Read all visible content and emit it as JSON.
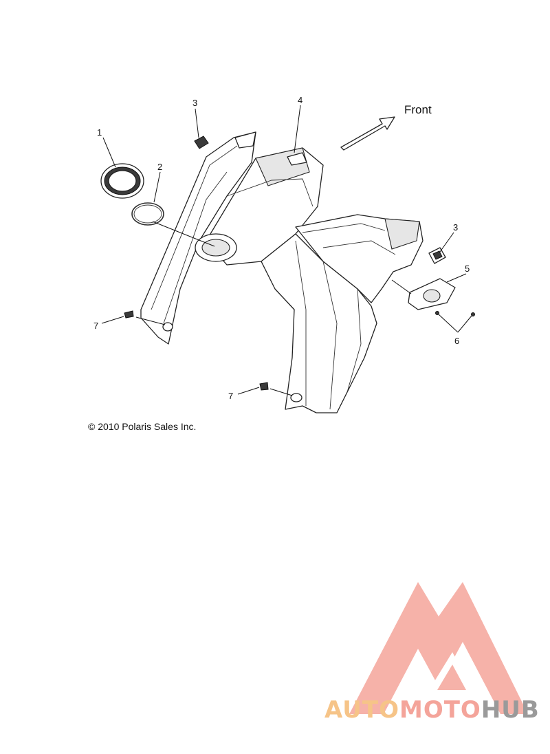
{
  "callouts": [
    "1",
    "2",
    "3",
    "4",
    "3",
    "5",
    "6",
    "7",
    "7"
  ],
  "front_label": "Front",
  "copyright": "© 2010 Polaris Sales Inc.",
  "watermark": {
    "part1": "AUTO",
    "part2": "MOTO",
    "part3": "HUB",
    "colors": {
      "auto": "#f6c488",
      "moto": "#f4a49a",
      "hub": "#9a9a9a",
      "triangle": "#f4a49a"
    }
  }
}
